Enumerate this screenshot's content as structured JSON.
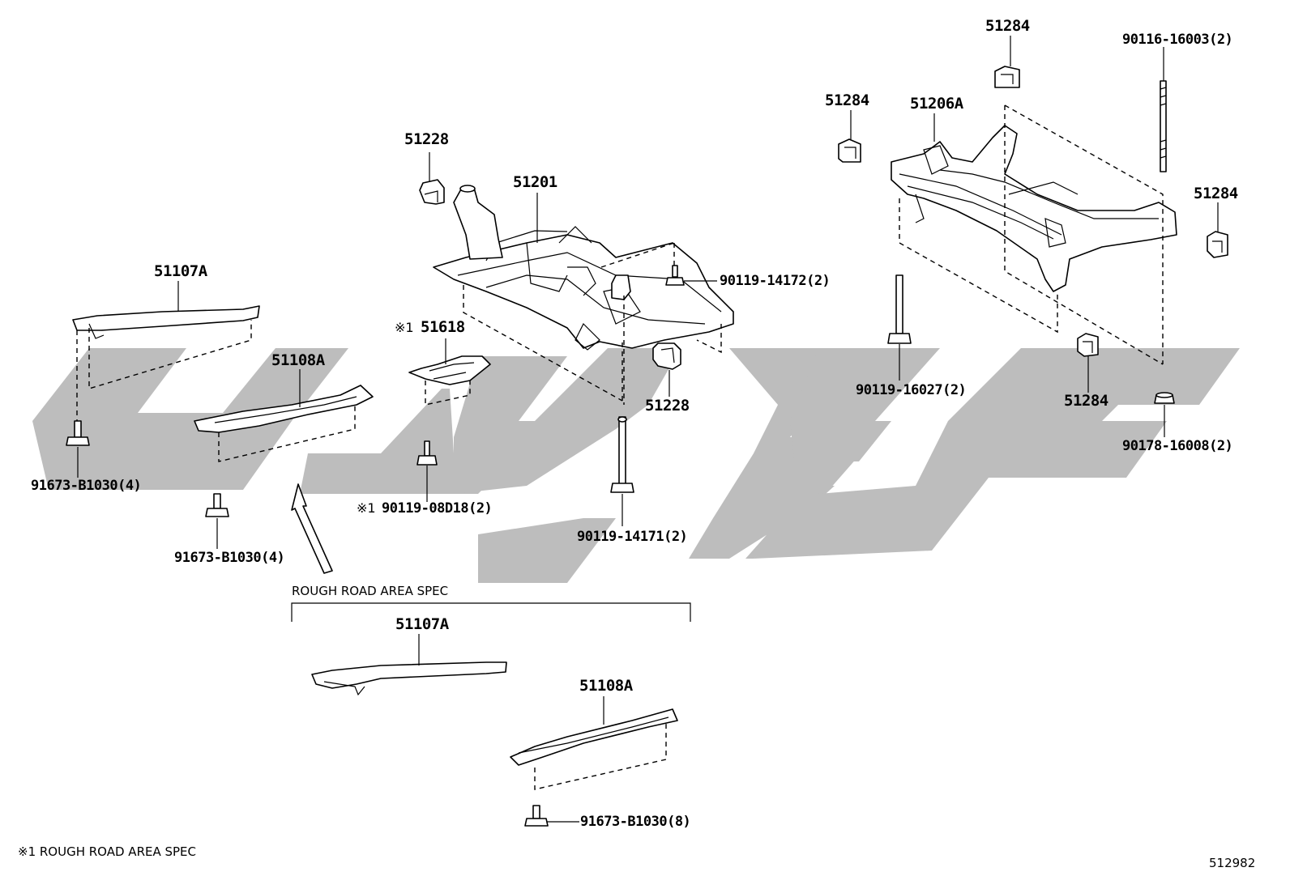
{
  "diagram": {
    "labels": {
      "p51228_top": "51228",
      "p51201": "51201",
      "p51107A_left": "51107A",
      "p51108A_left": "51108A",
      "p51618": "51618",
      "p51618_mark": "※1",
      "p51228_bottom": "51228",
      "p51284_top": "51284",
      "p51284_left": "51284",
      "p51206A": "51206A",
      "p51284_right": "51284",
      "p51284_bottom": "51284",
      "b90116_16003": "90116-16003(2)",
      "b90119_14172": "90119-14172(2)",
      "b90119_16027": "90119-16027(2)",
      "b90178_16008": "90178-16008(2)",
      "b91673_B1030_4a": "91673-B1030(4)",
      "b91673_B1030_4b": "91673-B1030(4)",
      "b90119_08D18": "90119-08D18(2)",
      "b90119_08D18_mark": "※1",
      "b90119_14171": "90119-14171(2)",
      "p51107A_rough": "51107A",
      "p51108A_rough": "51108A",
      "b91673_B1030_8": "91673-B1030(8)",
      "rough_group_title": "ROUGH ROAD AREA SPEC"
    },
    "footnote": "※1  ROUGH ROAD AREA SPEC",
    "diagram_number": "512982",
    "watermark_color": "#bdbdbd"
  }
}
